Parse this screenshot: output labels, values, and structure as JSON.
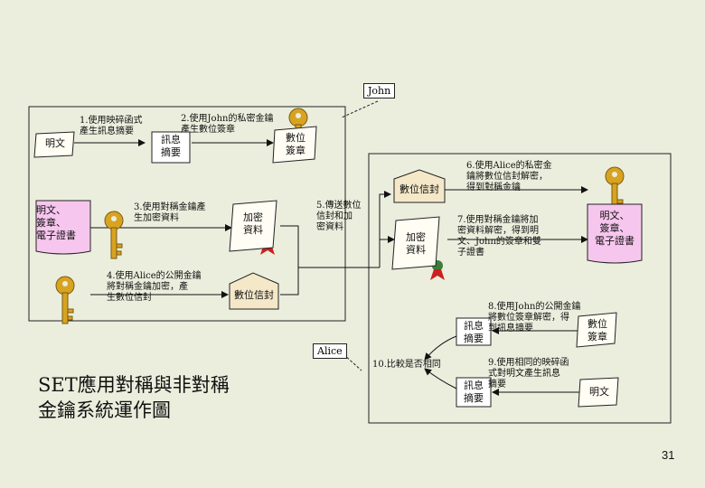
{
  "labels": {
    "john": "John",
    "alice": "Alice"
  },
  "steps": {
    "s1": "1.使用映碎函式\n產生訊息摘要",
    "s2": "2.使用John的私密金鑰\n產生數位簽章",
    "s3": "3.使用對稱金鑰產\n生加密資料",
    "s4": "4.使用Alice的公開金鑰\n將對稱金鑰加密，產\n生數位信封",
    "s5": "5.傳送數位\n信封和加\n密資料",
    "s6": "6.使用Alice的私密金\n鑰將數位信封解密，\n得到對稱金鑰",
    "s7": "7.使用對稱金鑰將加\n密資料解密，得到明\n文、John的簽章和雙\n子證書",
    "s8": "8.使用John的公開金鑰\n將數位簽章解密，得\n到訊息摘要",
    "s9": "9.使用相同的映碎函\n式對明文產生訊息\n摘要",
    "s10": "10.比較是否相同"
  },
  "docs": {
    "plaintext_left": "明文",
    "digest_left": "訊息\n摘要",
    "signature_left": "數位\n簽章",
    "bundle_left": "明文、\n簽章、\n電子證書",
    "encrypted_left": "加密\n資料",
    "envelope_left": "數位信封",
    "envelope_right": "數位信封",
    "encrypted_right": "加密\n資料",
    "bundle_right": "明文、\n簽章、\n電子證書",
    "digest_right1": "訊息\n摘要",
    "signature_right": "數位\n簽章",
    "digest_right2": "訊息\n摘要",
    "plaintext_right": "明文"
  },
  "title": "SET應用對稱與非對稱\n金鑰系統運作圖",
  "page_number": "31",
  "colors": {
    "background": "#ebeedd",
    "pink": "#f7c6ee",
    "parchment": "#f4e8c8",
    "key_gold": "#d8a321",
    "seal_red": "#cc1f1f",
    "ribbon_green": "#3d7d3a",
    "white": "#ffffff"
  }
}
